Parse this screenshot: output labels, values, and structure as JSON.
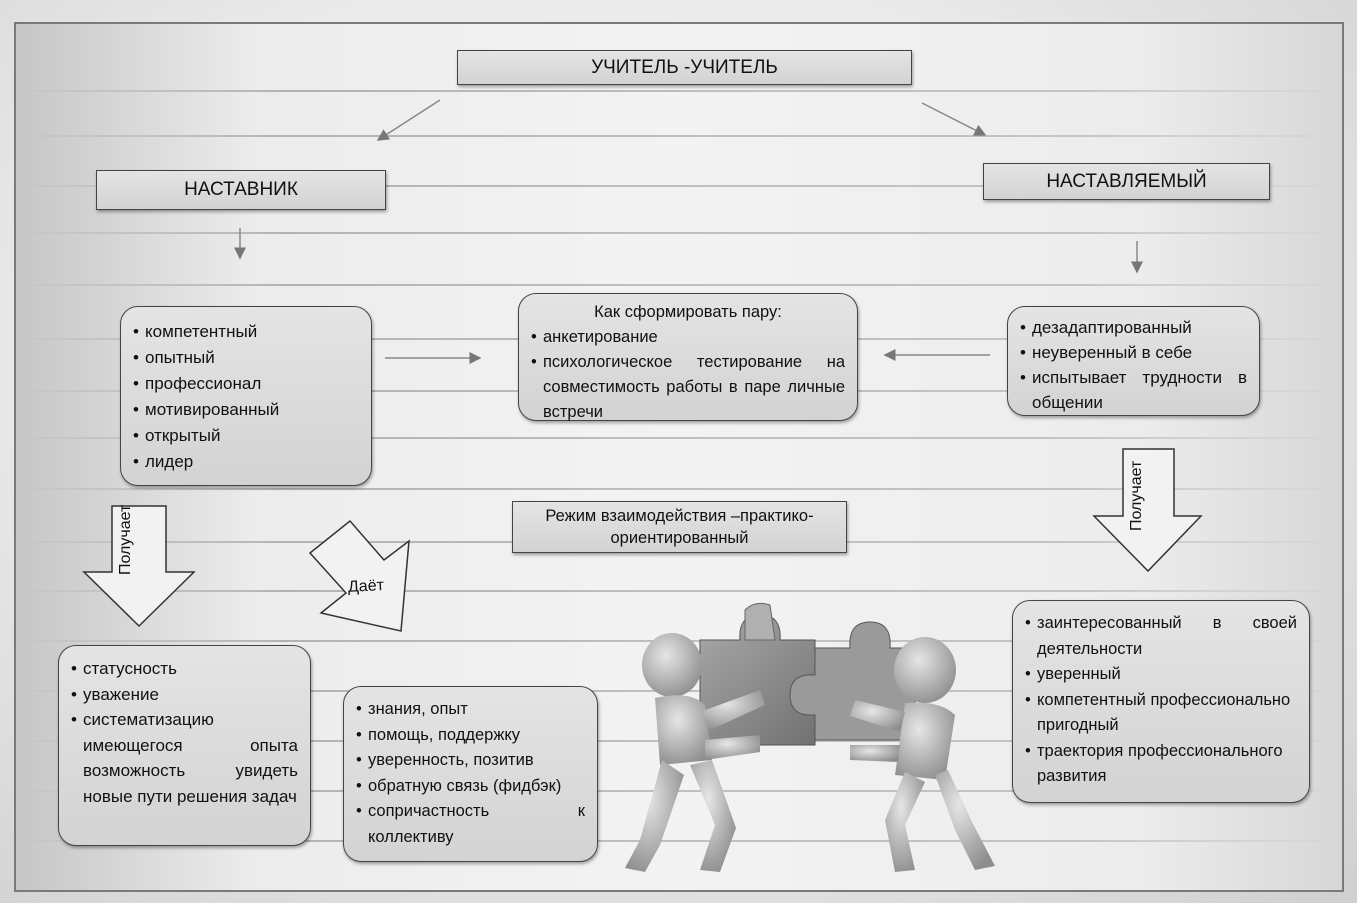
{
  "title": "УЧИТЕЛЬ -УЧИТЕЛЬ",
  "mentor": {
    "heading": "НАСТАВНИК",
    "qualities": [
      "компетентный",
      "опытный",
      "профессионал",
      "мотивированный",
      "открытый",
      "лидер"
    ],
    "receives_label": "Получает",
    "receives": [
      "статусность",
      "уважение",
      "систематизацию имеющегося опыта возможность увидеть новые пути решения задач"
    ],
    "gives_label": "Даёт",
    "gives": [
      "знания, опыт",
      "помощь, поддержку",
      "уверенность, позитив",
      "обратную связь (фидбэк)",
      "сопричастность к коллективу"
    ]
  },
  "mentee": {
    "heading": "НАСТАВЛЯЕМЫЙ",
    "qualities": [
      "дезадаптированный",
      "неуверенный в себе",
      "испытывает трудности в общении"
    ],
    "receives_label": "Получает",
    "receives": [
      "заинтересованный в своей деятельности",
      "уверенный",
      "компетентный профессионально пригодный",
      "траектория профессионального развития"
    ]
  },
  "pairing": {
    "heading": "Как сформировать пару:",
    "items": [
      "анкетирование",
      "психологическое тестирование на совместимость работы в паре личные встречи"
    ]
  },
  "mode": "Режим взаимодействия –практико-ориентированный",
  "colors": {
    "box_fill": "#d9d9d9",
    "border": "#444444",
    "figure": "#b9b9b9",
    "puzzle": "#8c8c8c"
  }
}
